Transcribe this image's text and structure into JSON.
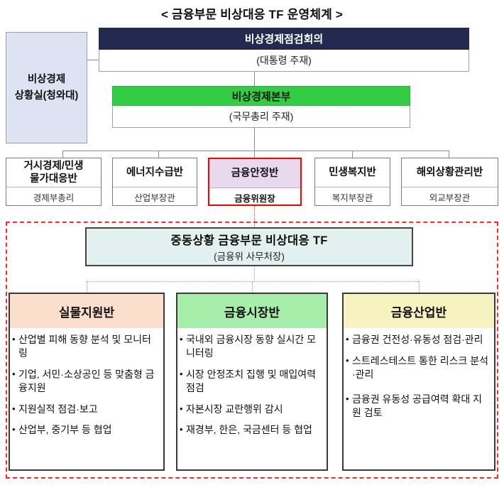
{
  "title": "< 금융부문 비상대응 TF 운영체계 >",
  "colors": {
    "council_header_bg": "#222a4f",
    "hq_header_bg": "#33cc44",
    "situation_room_bg": "#dde3f3",
    "highlight_border": "#ff0000",
    "highlight_bg": "#e9d9ef",
    "dashed_region_border": "#ff2a2a",
    "tf_bg": "#e2f0f0",
    "team1_header_bg": "#fadfcd",
    "team2_header_bg": "#a7eeaa",
    "team3_header_bg": "#f7f3c0"
  },
  "situation_room": {
    "line1": "비상경제",
    "line2": "상황실(청와대)"
  },
  "council": {
    "name": "비상경제점검회의",
    "chair": "(대통령 주재)"
  },
  "headquarters": {
    "name": "비상경제본부",
    "chair": "(국무총리 주재)"
  },
  "divisions": [
    {
      "name_line1": "거시경제/민생",
      "name_line2": "물가대응반",
      "lead": "경제부총리",
      "highlighted": false
    },
    {
      "name_line1": "에너지수급반",
      "name_line2": "",
      "lead": "산업부장관",
      "highlighted": false
    },
    {
      "name_line1": "금융안정반",
      "name_line2": "",
      "lead": "금융위원장",
      "highlighted": true
    },
    {
      "name_line1": "민생복지반",
      "name_line2": "",
      "lead": "복지부장관",
      "highlighted": false
    },
    {
      "name_line1": "해외상황관리반",
      "name_line2": "",
      "lead": "외교부장관",
      "highlighted": false
    }
  ],
  "tf": {
    "name": "중동상황 금융부문 비상대응 TF",
    "chair": "(금융위 사무처장)"
  },
  "teams": [
    {
      "name": "실물지원반",
      "bullet_marker": "•",
      "tasks": [
        "산업별 피해 동향 분석 및 모니터링",
        "기업, 서민·소상공인 등 맞춤형 금융지원",
        "지원실적 점검·보고",
        "산업부, 중기부 등 협업"
      ]
    },
    {
      "name": "금융시장반",
      "bullet_marker": "•",
      "tasks": [
        "국내외 금융시장 동향 실시간 모니터링",
        "시장 안정조치 집행 및 매입여력 점검",
        "자본시장 교란행위 감시",
        "재경부, 한은, 국금센터 등 협업"
      ]
    },
    {
      "name": "금융산업반",
      "bullet_marker": "•",
      "tasks": [
        "금융권 건전성·유동성 점검·관리",
        "스트레스테스트 통한 리스크 분석·관리",
        "금융권 유동성 공급여력 확대 지원 검토"
      ]
    }
  ]
}
